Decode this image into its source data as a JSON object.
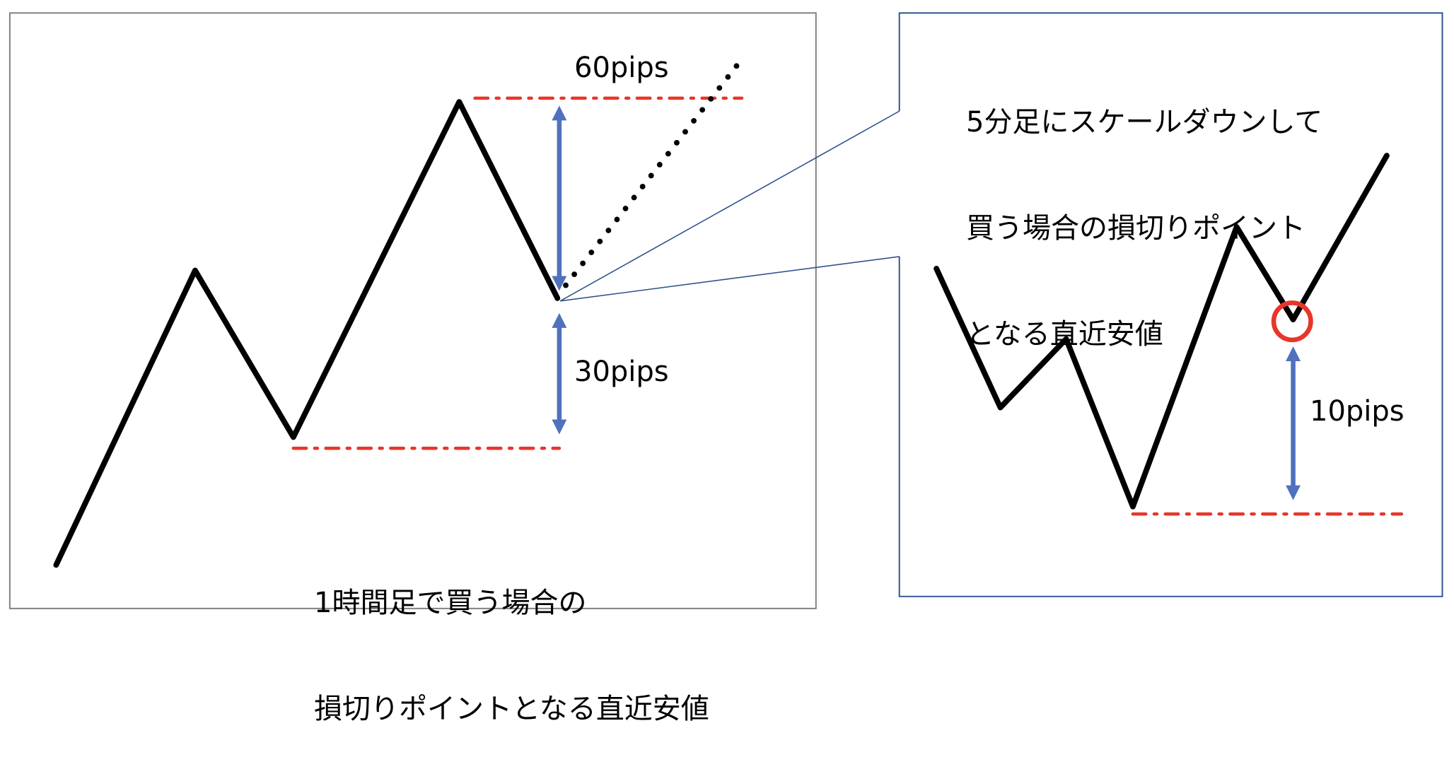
{
  "left_panel": {
    "title_lines": [
      "1時間足で買う場合の",
      "損切りポイントとなる直近安値"
    ],
    "labels": {
      "upper_range": "60pips",
      "lower_range": "30pips"
    },
    "frame_color": "#7F7F7F"
  },
  "right_panel": {
    "title_lines": [
      "5分足にスケールダウンして",
      "買う場合の損切りポイント",
      "となる直近安値"
    ],
    "labels": {
      "range": "10pips"
    },
    "frame_color": "#2F528F"
  },
  "colors": {
    "price_line": "#000000",
    "support_line": "#E8362A",
    "arrow": "#4F71BE",
    "callout_line": "#2F528F",
    "highlight_circle": "#E8362A"
  }
}
